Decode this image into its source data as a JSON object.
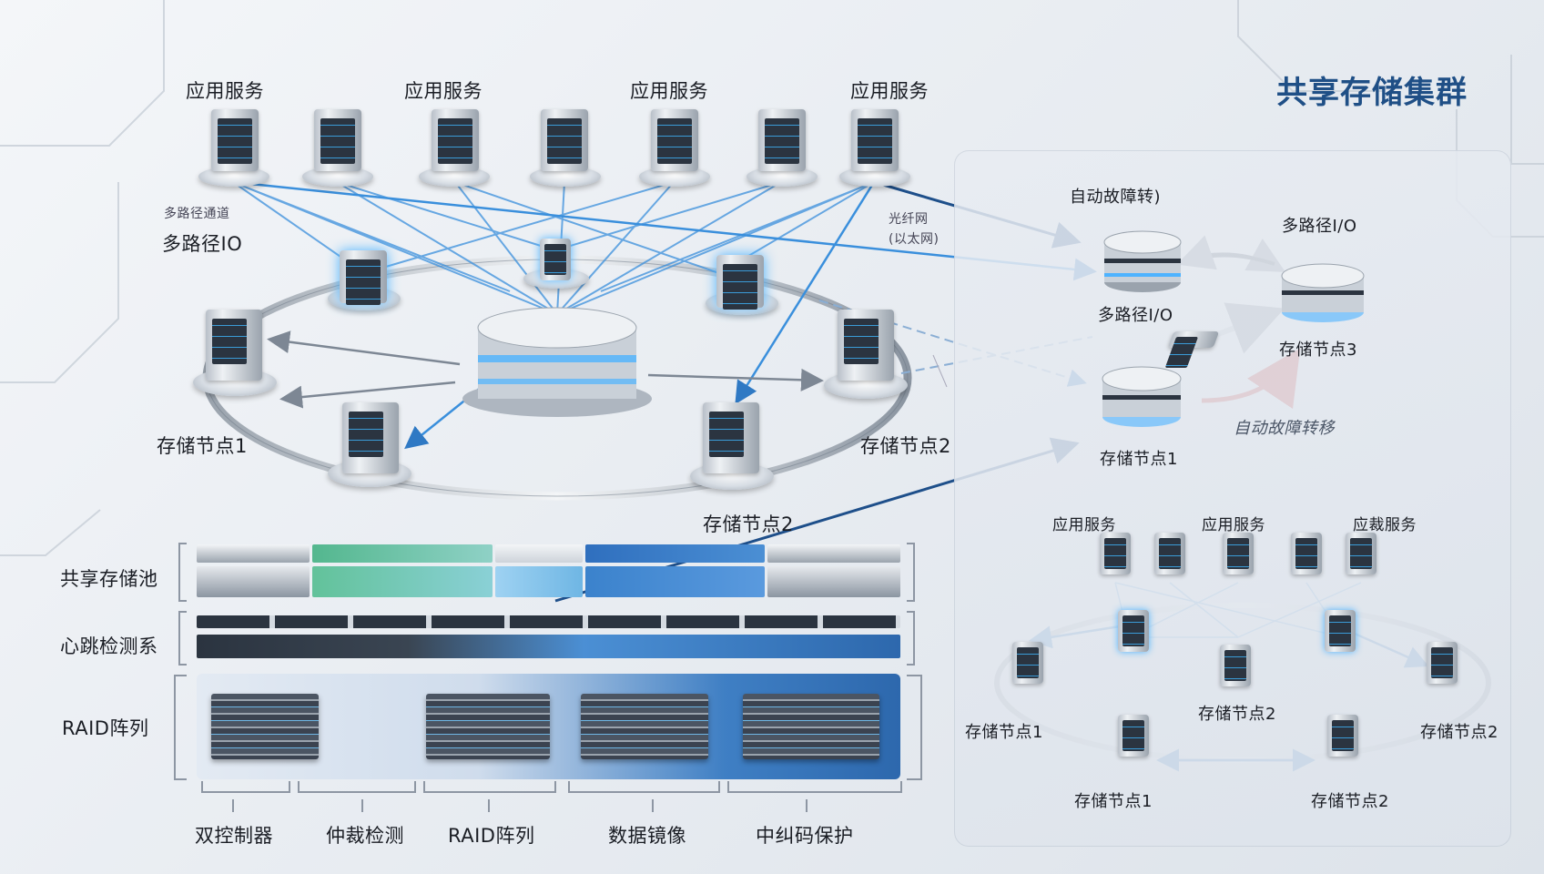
{
  "title": "共享存储集群",
  "top_labels": [
    "应用服务",
    "应用服务",
    "应用服务",
    "应用服务"
  ],
  "multipath_left": "多路径IO",
  "multipath_small": "多路径通道",
  "network_label_1": "光纤网",
  "network_label_2": "(以太网)",
  "storage_node_1": "存储节点1",
  "storage_node_2_right": "存储节点2",
  "storage_node_2_bottom": "存储节点2",
  "right_failover_top": "自动故障转)",
  "right_multipath_top": "多路径I/O",
  "right_multipath_mid": "多路径I/O",
  "right_node3": "存储节点3",
  "right_failover_arrow": "自动故障转移",
  "right_node1": "存储节点1",
  "mini_app_labels": [
    "应用服务",
    "应用服务",
    "应裁服务"
  ],
  "mini_node_labels": [
    "存储节点1",
    "存储节点2",
    "存储节点2",
    "存储节点1",
    "存储节点2"
  ],
  "layer_labels": [
    "共享存储池",
    "心跳检测系",
    "RAID阵列"
  ],
  "bottom_labels": [
    "双控制器",
    "仲裁检测",
    "RAID阵列",
    "数据镜像",
    "中纠码保护"
  ],
  "colors": {
    "accent": "#1f4f86",
    "link": "#3a8fdc",
    "failover": "#c62828",
    "glow": "#4db3ff"
  }
}
